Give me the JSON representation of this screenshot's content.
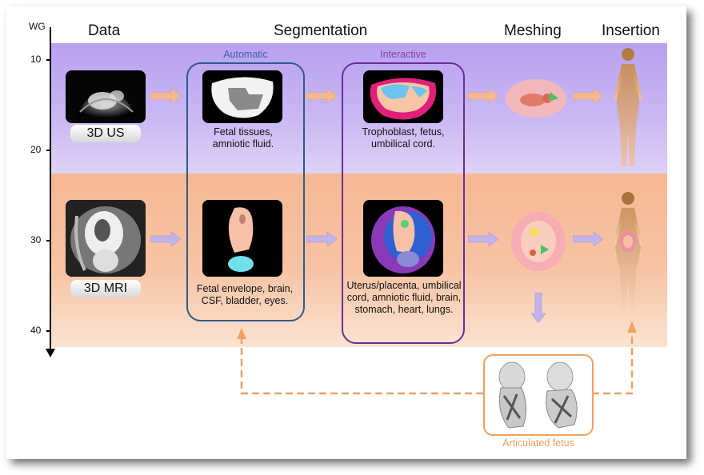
{
  "axis": {
    "label": "WG",
    "ticks": [
      "10",
      "20",
      "30",
      "40"
    ]
  },
  "headers": {
    "data": "Data",
    "segmentation": "Segmentation",
    "meshing": "Meshing",
    "insertion": "Insertion"
  },
  "groups": {
    "automatic": "Automatic",
    "interactive": "Interactive"
  },
  "rows": {
    "us": {
      "modality": "3D US",
      "automatic_caption": "Fetal tissues, amniotic fluid.",
      "interactive_caption": "Trophoblast, fetus, umbilical cord."
    },
    "mri": {
      "modality": "3D MRI",
      "automatic_caption": "Fetal envelope, brain, CSF, bladder, eyes.",
      "interactive_caption": "Uterus/placenta, umbilical cord, amniotic fluid, brain, stomach, heart, lungs."
    }
  },
  "articulated": {
    "label": "Articulated fetus"
  },
  "colors": {
    "purple_band": "#c4b0f2",
    "orange_band": "#f7c0a0",
    "automatic_border": "#2f5a8a",
    "interactive_border": "#6a2e9a",
    "orange_arrow": "#f4b98f",
    "purple_arrow": "#b8a8e8",
    "dashed": "#f0a060"
  }
}
